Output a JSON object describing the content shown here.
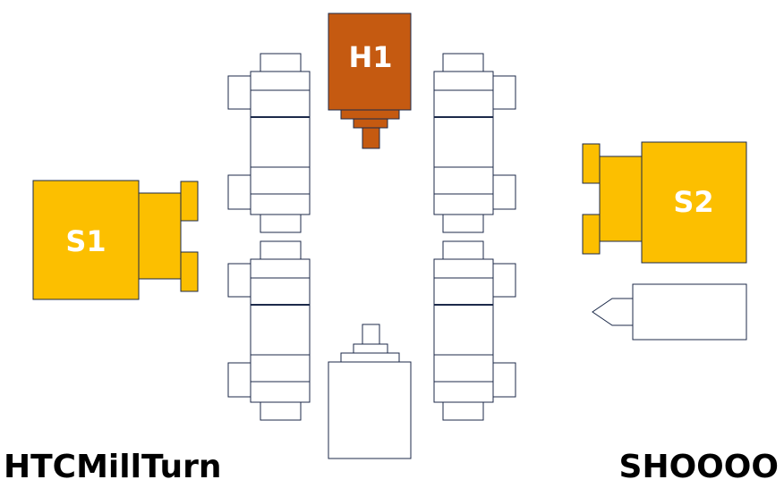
{
  "labels": {
    "h1": "H1",
    "s1": "S1",
    "s2": "S2",
    "machine_left": "HTCMillTurn",
    "machine_right": "SHOOOO"
  },
  "colors": {
    "spindle": "#fcbf00",
    "head": "#c55a11",
    "outline": "#1c2a4a"
  }
}
